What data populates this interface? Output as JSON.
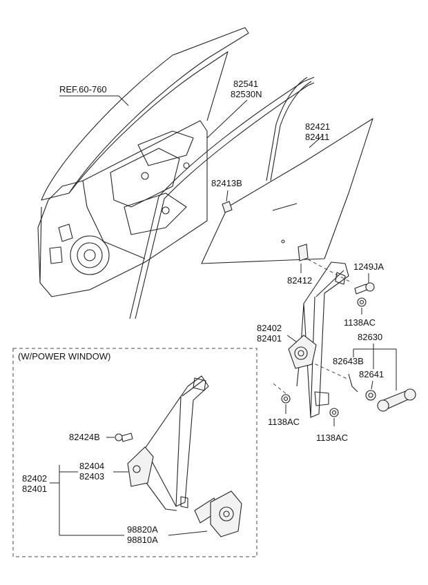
{
  "labels": {
    "ref": "REF.60-760",
    "run_channel_a": "82541",
    "run_channel_b": "82530N",
    "glass_a": "82421",
    "glass_b": "82411",
    "glass_clip": "82413B",
    "glass_holder": "82412",
    "bolt": "1249JA",
    "nut_1": "1138AC",
    "regulator_a": "82402",
    "regulator_b": "82401",
    "handle": "82630",
    "spring": "82643B",
    "washer": "82641",
    "nut_2": "1138AC",
    "nut_3": "1138AC",
    "power_title": "(W/POWER WINDOW)",
    "pw_bolt": "82424B",
    "pw_bracket_a": "82404",
    "pw_bracket_b": "82403",
    "pw_regulator_a": "82402",
    "pw_regulator_b": "82401",
    "pw_motor_a": "98820A",
    "pw_motor_b": "98810A"
  }
}
